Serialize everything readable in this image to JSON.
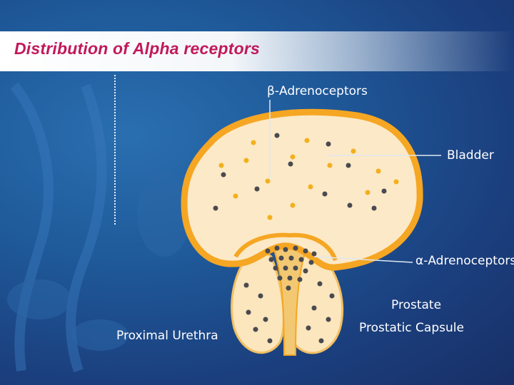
{
  "title": "Distribution of Alpha receptors",
  "labels": {
    "beta": "β-Adrenoceptors",
    "bladder": "Bladder",
    "alpha": "α-Adrenoceptors",
    "prostate": "Prostate",
    "capsule": "Prostatic Capsule",
    "urethra": "Proximal Urethra"
  },
  "colors": {
    "title": "#c2185b",
    "bladder_wall": "#f5a623",
    "bladder_fill": "#fbe8c4",
    "beta_dot": "#f2b01e",
    "alpha_dot": "#4a4a50",
    "label_text": "#ffffff"
  }
}
